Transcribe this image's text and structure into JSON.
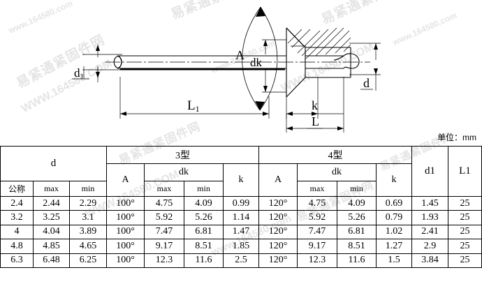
{
  "drawing": {
    "title": "countersunk-head-blind-rivet",
    "labels": {
      "d1": "d1",
      "dk": "dk",
      "A": "A",
      "L1": "L1",
      "k": "k",
      "L": "L",
      "d": "d"
    }
  },
  "unit_note": "单位：mm",
  "watermarks": {
    "cn": "易紧通紧固件网",
    "url": "WWW.164580.COM",
    "url_lower": "www.164580.com"
  },
  "table": {
    "groups": {
      "d": "d",
      "type3": "3型",
      "type4": "4型",
      "d1": "d1",
      "L1": "L1"
    },
    "subheaders": {
      "nominal": "公称",
      "max": "max",
      "min": "min",
      "A": "A",
      "dk": "dk",
      "k": "k"
    },
    "rows": [
      {
        "d_nominal": "2.4",
        "d_max": "2.44",
        "d_min": "2.29",
        "t3_A": "100°",
        "t3_dk_max": "4.75",
        "t3_dk_min": "4.09",
        "t3_k": "0.99",
        "t4_A": "120°",
        "t4_dk_max": "4.75",
        "t4_dk_min": "4.09",
        "t4_k": "0.69",
        "d1": "1.45",
        "L1": "25"
      },
      {
        "d_nominal": "3.2",
        "d_max": "3.25",
        "d_min": "3.1",
        "t3_A": "100°",
        "t3_dk_max": "5.92",
        "t3_dk_min": "5.26",
        "t3_k": "1.14",
        "t4_A": "120°",
        "t4_dk_max": "5.92",
        "t4_dk_min": "5.26",
        "t4_k": "0.79",
        "d1": "1.93",
        "L1": "25"
      },
      {
        "d_nominal": "4",
        "d_max": "4.04",
        "d_min": "3.89",
        "t3_A": "100°",
        "t3_dk_max": "7.47",
        "t3_dk_min": "6.81",
        "t3_k": "1.47",
        "t4_A": "120°",
        "t4_dk_max": "7.47",
        "t4_dk_min": "6.81",
        "t4_k": "1.02",
        "d1": "2.41",
        "L1": "25"
      },
      {
        "d_nominal": "4.8",
        "d_max": "4.85",
        "d_min": "4.65",
        "t3_A": "100°",
        "t3_dk_max": "9.17",
        "t3_dk_min": "8.51",
        "t3_k": "1.85",
        "t4_A": "120°",
        "t4_dk_max": "9.17",
        "t4_dk_min": "8.51",
        "t4_k": "1.27",
        "d1": "2.9",
        "L1": "25"
      },
      {
        "d_nominal": "6.3",
        "d_max": "6.48",
        "d_min": "6.25",
        "t3_A": "100°",
        "t3_dk_max": "12.3",
        "t3_dk_min": "11.6",
        "t3_k": "2.5",
        "t4_A": "120°",
        "t4_dk_max": "12.3",
        "t4_dk_min": "11.6",
        "t4_k": "1.5",
        "d1": "3.84",
        "L1": "25"
      }
    ]
  }
}
